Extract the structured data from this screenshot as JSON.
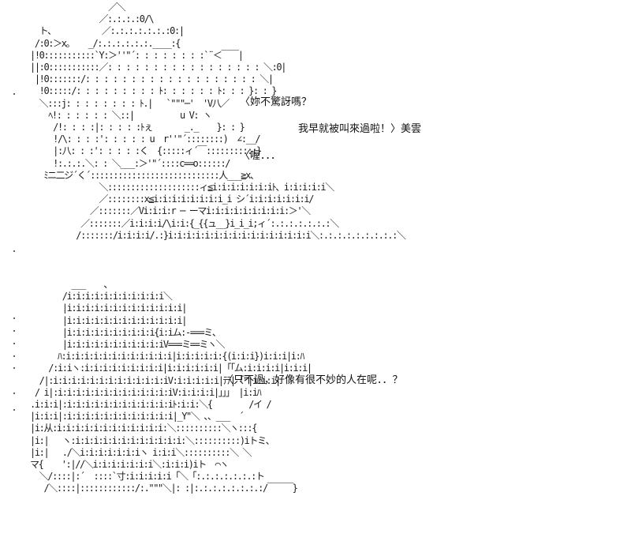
{
  "ascii_art": {
    "top_figure": "                 ／＼\n               ／:.:.:.:0/\\\n  ト、          ／:.:.:.:.:.:.:0:|\n /:0:＞x。   _/:.:.:.:.:.:.____:{\n|!0:::::::::::`Y:＞''\"´: : : : : : : :`¨＜￣￣|\n||:0:::::::::::／: : : : : : : : : : : : : : : : : ＼:0|\n |!0:::::::/: : : : : : : : : : : : : : : : : : : ＼|\n  !0:::::/: : : : : : : : : ﾄ: : : : : : ﾄ: : : }: : }\n  ＼:::j: : : : : : : : ﾄ.|   `\"\"\"─'  'V八／\n    ﾍ!: : : : : : ＼::|          u V: ヽ\n     /!: : : :|: : : : :ﾄぇ       _._    }: : }\n     !/\\: : : :': : : : : u  r''\"´::::::::)  ∠:__/\n     |:八: : :': : : : :く  {:::::ィ´￣:::::::::::}\n     !:.:.:.＼: : ＼___:＞'\"´::::c==o::::::/\n   ﾐニ二ジ´く´::::::::::::::::::::::::::::人___≧x、\n               ＼::::::::::::::::::::ィ≦i:i:i:i:i:i:iﾄ、i:i:i:i:i＼\n               ／::::::::x≦i:i:i:i:i:i:i:i_i シ´i:i:i:i:i:i:i/\n             ／:::::::／Vi:i:i:r ─ ーマi:i:i:i:i:i:i:i:i:＞'＼\n           ／:::::::／i:i:i:i/\\i:i:{_{{ュ__}i_i_i;ィ´:.:.:.:.:.:.:＼\n          /:::::::/i:i:i:i/.:}i:i:i:i:i:i:i:i:i:i:i:i:i:i:i:i＼:.:.:.:.:.:.:.:.:＼",
    "bottom_figure": "         ___    、\n       /i:i:i:i:i:i:i:i:i:i:i＼\n       |i:i:i:i:i:i:i:i:i:i:i:i:i|\n       |i:i:i:i:i:i:i:i:i:i:i:i:i|\n       |i:i:i:i:i:i:i:i:i:i{i:iム:-===ミ、\n       |i:i:i:i:i:i:i:i:i:i:iV===ミ==ミヽ＼\n      ﾊ:i:i:i:i:i:i:i:i:i:i:i:i|i:i:i:i:i:{(i:i:i})i:i:i|i:ﾊ\n    /:i:iヽ:i:i:i:i:i:i:i:i:i|i:i:i:i:i:i|「「ム:i:i:i:i|i:i:i|\n  /|:i:i:i:i:i:i:i:i:i:i:i:i:iV:i:i:i:i:i|ﾃﾃ|「\"|i:i:i|\n / i|:i:i:i:i:i:i:i:i:i:i:i:i:iV:i:i:i:i|」」」 |i:iﾊ\n.i:i:i|:i:i:i:i:i:i:i:i:i:i:i:iﾄ:i:i:＼{        /イ /\n|i:i:i|:i:i:i:i:i:i:i:i:i:i:i:i|_Y\"＼ 、、___  ´\n|i:从:i:i:i:i:i:i:i:i:i:i:i:i:＼::::::::::＼ヽ:::{\n|i:|   ヽ:i:i:i:i:i:i:i:i:i:i:i:i:＼::::::::::)iトミ、\n|i:|   ./＼i:i:i:i:i:i:iヽ i:i:i＼::::::::::＼ ＼\nマ{    ':|//＼i:i:i:i:i:i:i＼:i:i:i)iト  ⌒ヽ\n  ＼/::::|:´  ::::`寸:i:i:i:i:i「＼「:.:.:.:.:.:.:ト\n   /＼::::|::::::::::::/:.\"\"\"＼|: :|:.:.:.:.:.:.:.:/￣￣￣}"
  },
  "dialogue": {
    "line1": "〈妳不驚訝嗎？",
    "line2": "我早就被叫來過啦！〉美雲",
    "line3": "〈喔．．．",
    "line4": "〈只不過，好像有很不妙的人在呢．．？"
  }
}
